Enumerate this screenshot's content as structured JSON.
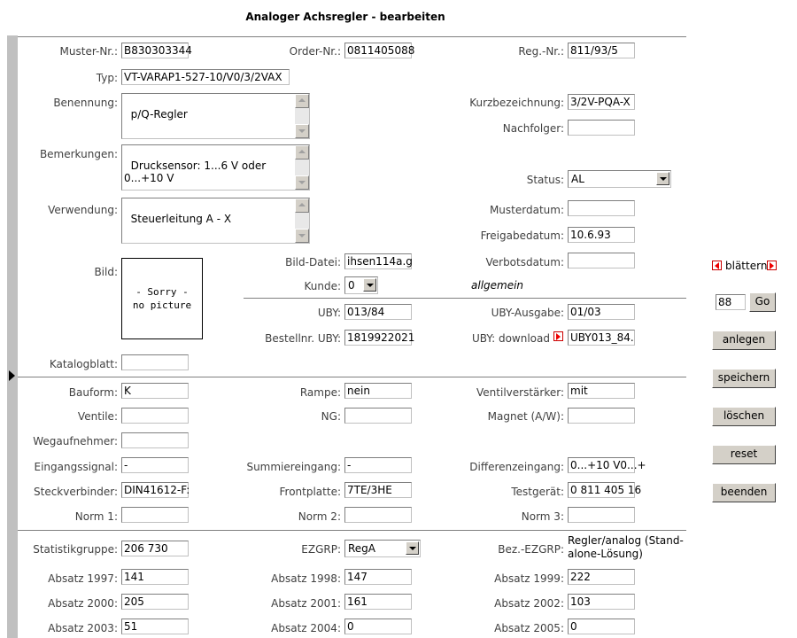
{
  "page": {
    "title": "Analoger Achsregler - bearbeiten"
  },
  "form": {
    "muster_nr": {
      "label": "Muster-Nr.:",
      "value": "B830303344"
    },
    "order_nr": {
      "label": "Order-Nr.:",
      "value": "0811405088"
    },
    "reg_nr": {
      "label": "Reg.-Nr.:",
      "value": "811/93/5"
    },
    "typ": {
      "label": "Typ:",
      "value": "VT-VARAP1-527-10/V0/3/2VAX"
    },
    "benennung": {
      "label": "Benennung:",
      "value": "p/Q-Regler"
    },
    "kurzbezeichnung": {
      "label": "Kurzbezeichnung:",
      "value": "3/2V-PQA-X"
    },
    "nachfolger": {
      "label": "Nachfolger:",
      "value": ""
    },
    "bemerkungen": {
      "label": "Bemerkungen:",
      "value": "Drucksensor: 1...6 V oder\n0...+10 V"
    },
    "status": {
      "label": "Status:",
      "value": "AL"
    },
    "verwendung": {
      "label": "Verwendung:",
      "value": "Steuerleitung A - X"
    },
    "musterdatum": {
      "label": "Musterdatum:",
      "value": ""
    },
    "freigabedatum": {
      "label": "Freigabedatum:",
      "value": "10.6.93"
    },
    "bild": {
      "label": "Bild:",
      "placeholder_line1": "- Sorry -",
      "placeholder_line2": "no picture"
    },
    "bild_datei": {
      "label": "Bild-Datei:",
      "value": "ihsen114a.g"
    },
    "verbotsdatum": {
      "label": "Verbotsdatum:",
      "value": ""
    },
    "kunde": {
      "label": "Kunde:",
      "value": "0",
      "desc": "allgemein"
    },
    "uby": {
      "label": "UBY:",
      "value": "013/84"
    },
    "uby_ausgabe": {
      "label": "UBY-Ausgabe:",
      "value": "01/03"
    },
    "bestellnr_uby": {
      "label": "Bestellnr. UBY:",
      "value": "1819922021"
    },
    "uby_download": {
      "label": "UBY: download",
      "value": "UBY013_84."
    },
    "katalogblatt": {
      "label": "Katalogblatt:",
      "value": ""
    },
    "bauform": {
      "label": "Bauform:",
      "value": "K"
    },
    "rampe": {
      "label": "Rampe:",
      "value": "nein"
    },
    "ventilverstaerker": {
      "label": "Ventilverstärker:",
      "value": "mit"
    },
    "ventile": {
      "label": "Ventile:",
      "value": ""
    },
    "ng": {
      "label": "NG:",
      "value": ""
    },
    "magnet": {
      "label": "Magnet (A/W):",
      "value": ""
    },
    "wegaufnehmer": {
      "label": "Wegaufnehmer:",
      "value": ""
    },
    "eingangssignal": {
      "label": "Eingangssignal:",
      "value": "-"
    },
    "summiereingang": {
      "label": "Summiereingang:",
      "value": "-"
    },
    "differenzeingang": {
      "label": "Differenzeingang:",
      "value": "0...+10 V0...+"
    },
    "steckverbinder": {
      "label": "Steckverbinder:",
      "value": "DIN41612-F:"
    },
    "frontplatte": {
      "label": "Frontplatte:",
      "value": "7TE/3HE"
    },
    "testgeraet": {
      "label": "Testgerät:",
      "value": "0 811 405 16"
    },
    "norm1": {
      "label": "Norm 1:",
      "value": ""
    },
    "norm2": {
      "label": "Norm 2:",
      "value": ""
    },
    "norm3": {
      "label": "Norm 3:",
      "value": ""
    },
    "statistikgruppe": {
      "label": "Statistikgruppe:",
      "value": "206 730"
    },
    "ezgrp": {
      "label": "EZGRP:",
      "value": "RegA"
    },
    "bez_ezgrp": {
      "label": "Bez.-EZGRP:",
      "value": "Regler/analog (Stand-\nalone-Lösung)"
    },
    "absatz": [
      {
        "label": "Absatz 1997:",
        "value": "141"
      },
      {
        "label": "Absatz 1998:",
        "value": "147"
      },
      {
        "label": "Absatz 1999:",
        "value": "222"
      },
      {
        "label": "Absatz 2000:",
        "value": "205"
      },
      {
        "label": "Absatz 2001:",
        "value": "161"
      },
      {
        "label": "Absatz 2002:",
        "value": "103"
      },
      {
        "label": "Absatz 2003:",
        "value": "51"
      },
      {
        "label": "Absatz 2004:",
        "value": "0"
      },
      {
        "label": "Absatz 2005:",
        "value": "0"
      }
    ]
  },
  "sidebar": {
    "blaettern": "blättern",
    "page_value": "88",
    "go": "Go",
    "buttons": [
      "anlegen",
      "speichern",
      "löschen",
      "reset",
      "beenden"
    ]
  }
}
